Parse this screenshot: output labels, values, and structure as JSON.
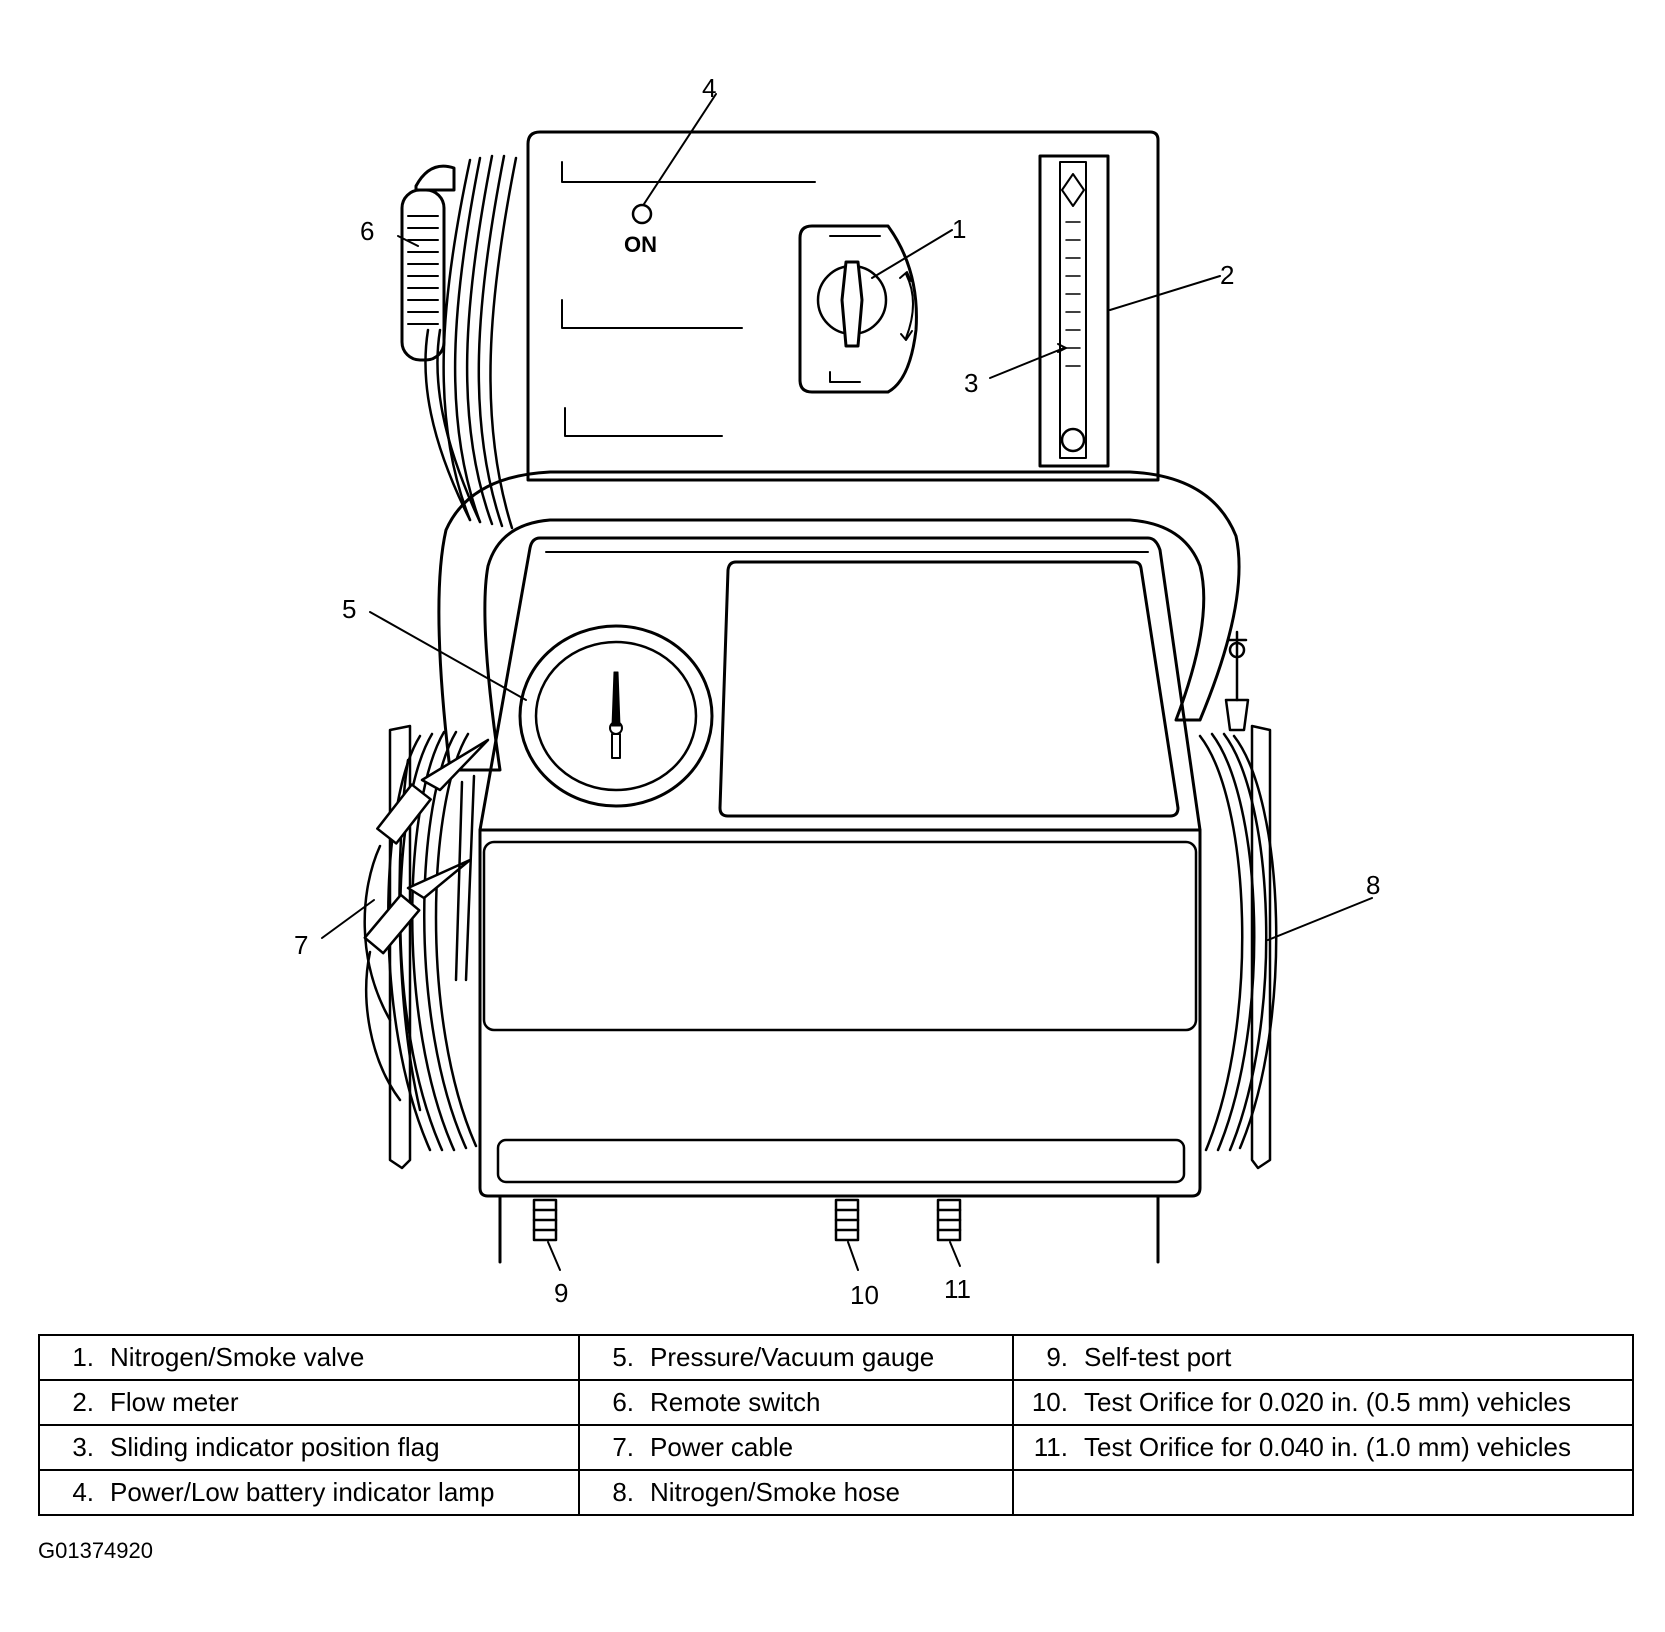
{
  "panel_label": "ON",
  "callouts": [
    "1",
    "2",
    "3",
    "4",
    "5",
    "6",
    "7",
    "8",
    "9",
    "10",
    "11"
  ],
  "legend": [
    [
      {
        "num": "1.",
        "text": "Nitrogen/Smoke valve"
      },
      {
        "num": "5.",
        "text": "Pressure/Vacuum gauge"
      },
      {
        "num": "9.",
        "text": "Self-test port"
      }
    ],
    [
      {
        "num": "2.",
        "text": "Flow meter"
      },
      {
        "num": "6.",
        "text": "Remote switch"
      },
      {
        "num": "10.",
        "text": "Test Orifice for 0.020 in. (0.5 mm) vehicles"
      }
    ],
    [
      {
        "num": "3.",
        "text": "Sliding indicator position flag"
      },
      {
        "num": "7.",
        "text": "Power cable"
      },
      {
        "num": "11.",
        "text": "Test Orifice for 0.040 in. (1.0 mm) vehicles"
      }
    ],
    [
      {
        "num": "4.",
        "text": "Power/Low battery indicator lamp"
      },
      {
        "num": "8.",
        "text": "Nitrogen/Smoke hose"
      },
      {
        "num": "",
        "text": ""
      }
    ]
  ],
  "figure_id": "G01374920"
}
